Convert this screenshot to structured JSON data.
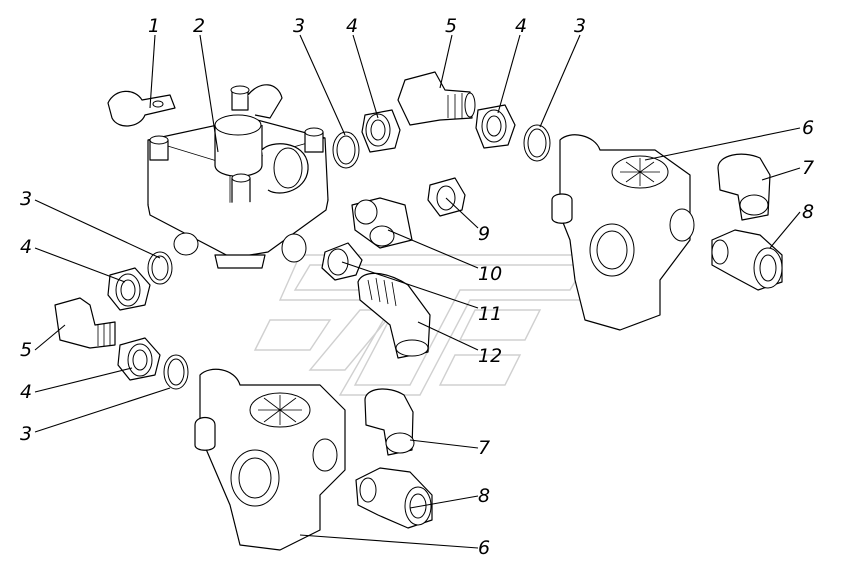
{
  "callouts": [
    {
      "id": "c1",
      "text": "1"
    },
    {
      "id": "c2",
      "text": "2"
    },
    {
      "id": "c3a",
      "text": "3"
    },
    {
      "id": "c4a",
      "text": "4"
    },
    {
      "id": "c5a",
      "text": "5"
    },
    {
      "id": "c4b",
      "text": "4"
    },
    {
      "id": "c3b",
      "text": "3"
    },
    {
      "id": "c6a",
      "text": "6"
    },
    {
      "id": "c7a",
      "text": "7"
    },
    {
      "id": "c8a",
      "text": "8"
    },
    {
      "id": "c9",
      "text": "9"
    },
    {
      "id": "c10",
      "text": "10"
    },
    {
      "id": "c11",
      "text": "11"
    },
    {
      "id": "c12",
      "text": "12"
    },
    {
      "id": "c3c",
      "text": "3"
    },
    {
      "id": "c4c",
      "text": "4"
    },
    {
      "id": "c5b",
      "text": "5"
    },
    {
      "id": "c4d",
      "text": "4"
    },
    {
      "id": "c3d",
      "text": "3"
    },
    {
      "id": "c7b",
      "text": "7"
    },
    {
      "id": "c8b",
      "text": "8"
    },
    {
      "id": "c6b",
      "text": "6"
    }
  ]
}
